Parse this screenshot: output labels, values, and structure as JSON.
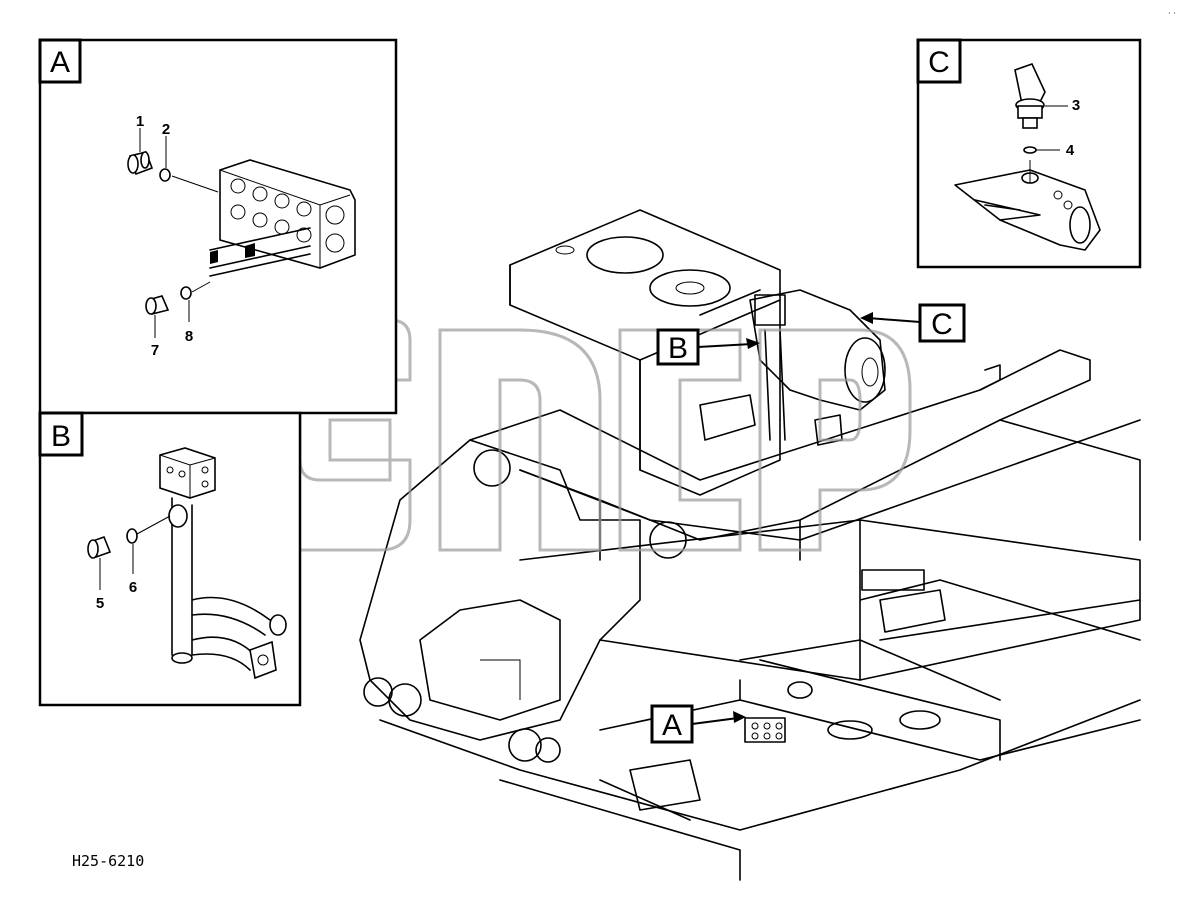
{
  "diagram": {
    "drawing_code": "H25-6210",
    "detail_views": [
      {
        "id": "A",
        "label": "A"
      },
      {
        "id": "B",
        "label": "B"
      },
      {
        "id": "C",
        "label": "C"
      }
    ],
    "main_callouts": [
      {
        "target": "B",
        "label": "B"
      },
      {
        "target": "C",
        "label": "C"
      },
      {
        "target": "A",
        "label": "A"
      }
    ],
    "part_numbers": [
      "1",
      "2",
      "3",
      "4",
      "5",
      "6",
      "7",
      "8"
    ]
  }
}
